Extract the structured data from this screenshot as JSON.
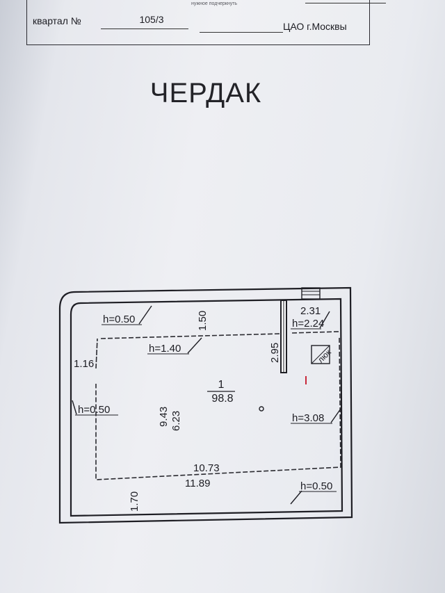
{
  "header": {
    "tiny_text": "нужное подчеркнуть",
    "kvartal_label": "квартал №",
    "kvartal_value": "105/3",
    "district": "ЦАО г.Москвы"
  },
  "title": "ЧЕРДАК",
  "plan": {
    "room_number": "1",
    "room_area": "98.8",
    "heights": {
      "top_left": "h=0.50",
      "left": "h=0.50",
      "inner": "h=1.40",
      "right_room": "h=2.24",
      "right": "h=3.08",
      "bottom_right": "h=0.50"
    },
    "dimensions": {
      "top_offset": "1.50",
      "left_offset": "1.16",
      "partition": "2.95",
      "right_room_width": "2.31",
      "height_outer": "9.43",
      "height_inner": "6.23",
      "width_inner": "10.73",
      "width_outer": "11.89",
      "bottom_offset": "1.70"
    },
    "hatch_label": "люк"
  }
}
